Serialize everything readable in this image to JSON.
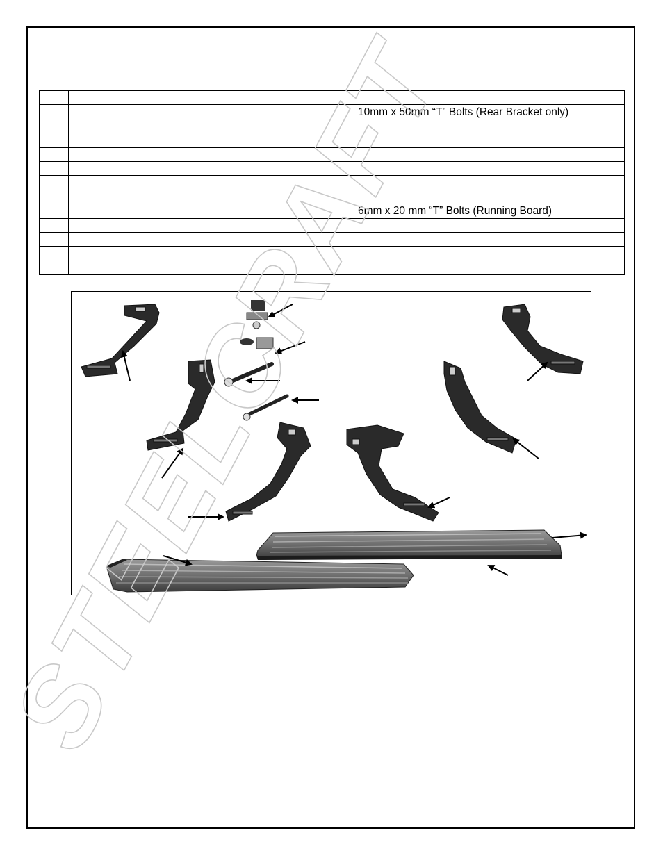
{
  "parts_table": {
    "rows": [
      [
        "",
        "",
        "",
        ""
      ],
      [
        "",
        "",
        "",
        "10mm x 50mm “T” Bolts (Rear Bracket only)"
      ],
      [
        "",
        "",
        "",
        ""
      ],
      [
        "",
        "",
        "",
        ""
      ],
      [
        "",
        "",
        "",
        ""
      ],
      [
        "",
        "",
        "",
        ""
      ],
      [
        "",
        "",
        "",
        ""
      ],
      [
        "",
        "",
        "",
        ""
      ],
      [
        "",
        "",
        "",
        "6mm x 20 mm “T” Bolts (Running Board)"
      ],
      [
        "",
        "",
        "",
        ""
      ],
      [
        "",
        "",
        "",
        ""
      ],
      [
        "",
        "",
        "",
        ""
      ],
      [
        "",
        "",
        "",
        ""
      ]
    ]
  },
  "watermark": {
    "text": "STEELCRAFT"
  }
}
